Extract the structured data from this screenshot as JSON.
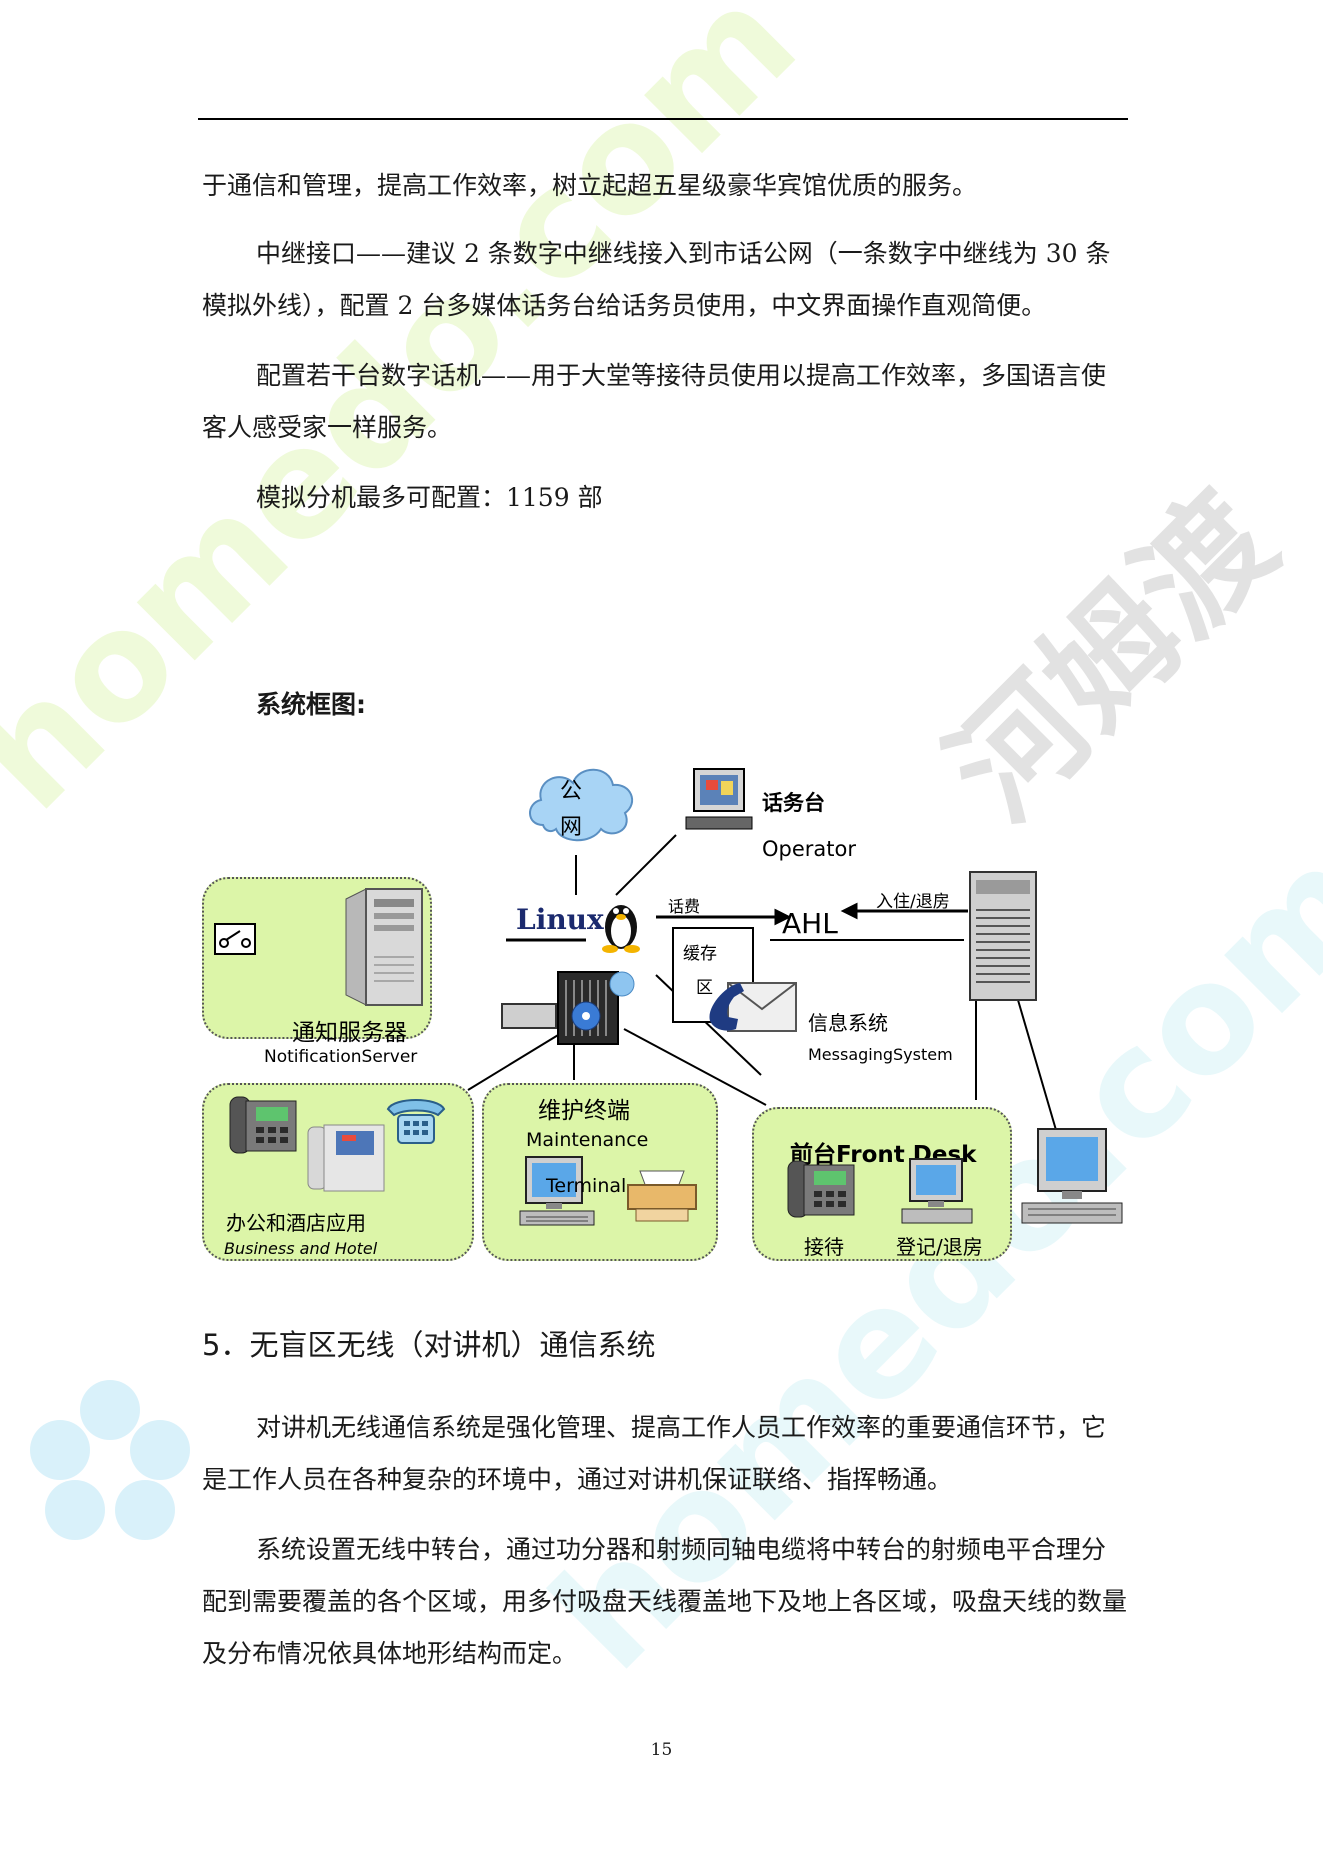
{
  "paragraphs": {
    "p1": "于通信和管理，提高工作效率，树立起超五星级豪华宾馆优质的服务。",
    "p2": "中继接口——建议 2 条数字中继线接入到市话公网（一条数字中继线为 30 条模拟外线），配置 2 台多媒体话务台给话务员使用，中文界面操作直观简便。",
    "p3": "配置若干台数字话机——用于大堂等接待员使用以提高工作效率，多国语言使客人感受家一样服务。",
    "p4": "模拟分机最多可配置：1159 部",
    "p5": "对讲机无线通信系统是强化管理、提高工作人员工作效率的重要通信环节，它是工作人员在各种复杂的环境中，通过对讲机保证联络、指挥畅通。",
    "p6": "系统设置无线中转台，通过功分器和射频同轴电缆将中转台的射频电平合理分配到需要覆盖的各个区域，用多付吸盘天线覆盖地下及地上各区域，吸盘天线的数量及分布情况依具体地形结构而定。"
  },
  "figure_caption": "系统框图:",
  "diagram": {
    "cloud_label_1": "公",
    "cloud_label_2": "网",
    "operator_cn": "话务台",
    "operator_en": "Operator",
    "linux": "Linux",
    "billing": "话费",
    "ahl": "AHL",
    "checkin": "入住/退房",
    "cache_1": "缓存",
    "cache_2": "区",
    "messaging_cn": "信息系统",
    "messaging_en": "MessagingSystem",
    "notification_cn": "通知服务器",
    "notification_en": "NotificationServer",
    "business_cn": "办公和酒店应用",
    "business_en": "Business and Hotel",
    "maintenance_cn": "维护终端",
    "maintenance_en_1": "Maintenance",
    "maintenance_en_2": "Terminal",
    "frontdesk": "前台Front Desk",
    "reception": "接待",
    "register": "登记/退房"
  },
  "section_heading": "5．无盲区无线（对讲机）通信系统",
  "page_number": "15",
  "watermark": {
    "site": "homedo.com",
    "brand": "河姆渡"
  }
}
